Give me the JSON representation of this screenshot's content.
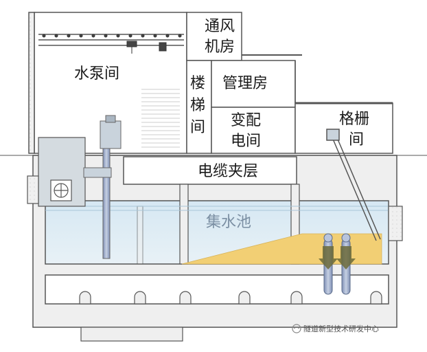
{
  "labels": {
    "pump_room": "水泵间",
    "ventilation_room_line1": "通风",
    "ventilation_room_line2": "机房",
    "management_room": "管理房",
    "stairs_line1": "楼",
    "stairs_line2": "梯",
    "stairs_line3": "间",
    "substation_line1": "变配",
    "substation_line2": "电间",
    "grille_line1": "格栅",
    "grille_line2": "间",
    "cable_interlayer": "电缆夹层",
    "sump": "集水池"
  },
  "watermark": "隧道新型技术研发中心",
  "colors": {
    "outline": "#555555",
    "concrete": "#eeeeee",
    "water": "#dbe9f2",
    "sediment": "#f2cf74",
    "pipe": "#9aa9c7",
    "arrow": "#6b6a3a"
  },
  "icons": [
    "crane-icon",
    "watermark-logo-icon"
  ]
}
